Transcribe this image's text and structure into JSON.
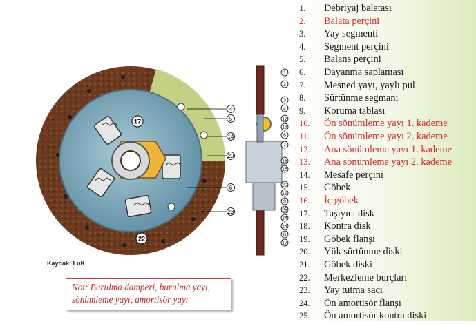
{
  "source": "Kaynak: LuK",
  "note": "Not: Burulma damperi, burulma yayı, sönümleme yayı, amortisör yayı",
  "legend": [
    {
      "num": "1.",
      "label": "Debriyaj balatası",
      "highlight": false
    },
    {
      "num": "2.",
      "label": "Balata perçini",
      "highlight": true
    },
    {
      "num": "3.",
      "label": "Yay segmenti",
      "highlight": false
    },
    {
      "num": "4.",
      "label": "Segment perçini",
      "highlight": false
    },
    {
      "num": "5.",
      "label": "Balans perçini",
      "highlight": false
    },
    {
      "num": "6.",
      "label": "Dayanma saplaması",
      "highlight": false
    },
    {
      "num": "7.",
      "label": "Mesned yayı, yaylı pul",
      "highlight": false
    },
    {
      "num": "8.",
      "label": "Sürtünme segmanı",
      "highlight": false
    },
    {
      "num": "9.",
      "label": "Koruma tablası",
      "highlight": false
    },
    {
      "num": "10.",
      "label": "Ön sönümleme yayı 1. kademe",
      "highlight": true
    },
    {
      "num": "11.",
      "label": "Ön sönümleme yayı 2. kademe",
      "highlight": true
    },
    {
      "num": "12.",
      "label": "Ana sönümleme yayı 1. kademe",
      "highlight": true
    },
    {
      "num": "13.",
      "label": "Ana sönümleme yayı 2. kademe",
      "highlight": true
    },
    {
      "num": "14.",
      "label": "Mesafe perçini",
      "highlight": false
    },
    {
      "num": "15.",
      "label": "Göbek",
      "highlight": false
    },
    {
      "num": "16.",
      "label": "İç göbek",
      "highlight": true
    },
    {
      "num": "17.",
      "label": "Taşıyıcı disk",
      "highlight": false
    },
    {
      "num": "18.",
      "label": "Kontra disk",
      "highlight": false
    },
    {
      "num": "19.",
      "label": "Göbek flanşı",
      "highlight": false
    },
    {
      "num": "20.",
      "label": "Yük sürtünme diski",
      "highlight": false
    },
    {
      "num": "21.",
      "label": "Göbek diski",
      "highlight": false
    },
    {
      "num": "22.",
      "label": "Merkezleme burçları",
      "highlight": false
    },
    {
      "num": "23.",
      "label": "Yay tutma sacı",
      "highlight": false
    },
    {
      "num": "24.",
      "label": "Ön amortisör flanşı",
      "highlight": false
    },
    {
      "num": "25.",
      "label": "Ön amortisör kontra diski",
      "highlight": false
    }
  ],
  "disc_callouts": [
    "4",
    "5",
    "14",
    "20",
    "6",
    "23"
  ],
  "disc_inner_labels": [
    "17",
    "22"
  ],
  "section_callouts": [
    "1",
    "2",
    "3",
    "4",
    "12",
    "13",
    "8",
    "7",
    "16",
    "15",
    "20",
    "19",
    "9",
    "25",
    "24",
    "14",
    "6",
    "17"
  ],
  "colors": {
    "highlight": "#d42a2a",
    "text": "#1a1a1a",
    "lining": "#6b3a1f",
    "plate": "#7aa6b8",
    "segment": "#c9d98a"
  }
}
